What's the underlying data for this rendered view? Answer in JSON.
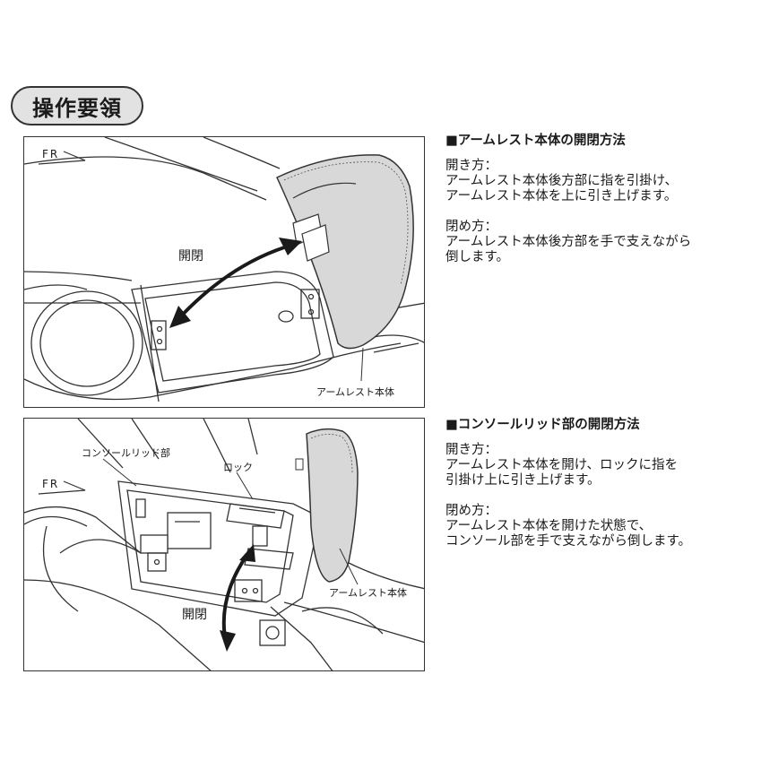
{
  "header": {
    "title": "操作要領"
  },
  "section1": {
    "heading": "■アームレスト本体の開閉方法",
    "open_label": "開き方：",
    "open_text": [
      "アームレスト本体後方部に指を引掛け、",
      "アームレスト本体を上に引き上げます。"
    ],
    "close_label": "閉め方：",
    "close_text": [
      "アームレスト本体後方部を手で支えながら",
      "倒します。"
    ],
    "figure": {
      "fr": "FR",
      "arrow_label": "開閉",
      "part_label": "アームレスト本体"
    }
  },
  "section2": {
    "heading": "■コンソールリッド部の開閉方法",
    "open_label": "開き方：",
    "open_text": [
      "アームレスト本体を開け、ロックに指を",
      "引掛け上に引き上げます。"
    ],
    "close_label": "閉め方：",
    "close_text": [
      "アームレスト本体を開けた状態で、",
      "コンソール部を手で支えながら倒します。"
    ],
    "figure": {
      "fr": "FR",
      "console_label": "コンソールリッド部",
      "lock_label": "ロック",
      "arrow_label": "開閉",
      "part_label": "アームレスト本体"
    }
  },
  "colors": {
    "line": "#333333",
    "armrest_fill": "#d8d8d8",
    "badge_fill": "#e2e2e2"
  }
}
